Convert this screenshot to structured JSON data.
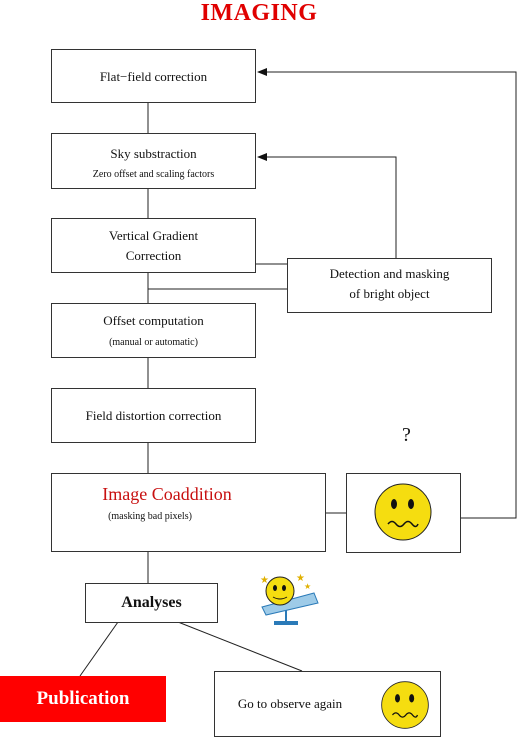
{
  "title": "IMAGING",
  "boxes": {
    "flat_field": "Flat−field correction",
    "sky_line1": "Sky substraction",
    "sky_line2": "Zero offset and scaling factors",
    "vgrad_line1": "Vertical Gradient",
    "vgrad_line2": "Correction",
    "detect_line1": "Detection and masking",
    "detect_line2": "of bright object",
    "offset_line1": "Offset computation",
    "offset_line2": "(manual or automatic)",
    "field_distortion": "Field distortion correction",
    "coadd_line1": "Image Coaddition",
    "coadd_line2": "(masking bad pixels)",
    "analyses": "Analyses",
    "publication": "Publication",
    "observe_again": "Go to observe again"
  },
  "question_mark": "?",
  "icons": [
    "worried-face-icon",
    "dizzy-telescope-icon",
    "worried-face-icon"
  ],
  "colors": {
    "title": "#e00000",
    "coaddition": "#c81010",
    "publication_bg": "#ff0000",
    "face": "#f5dd10"
  }
}
